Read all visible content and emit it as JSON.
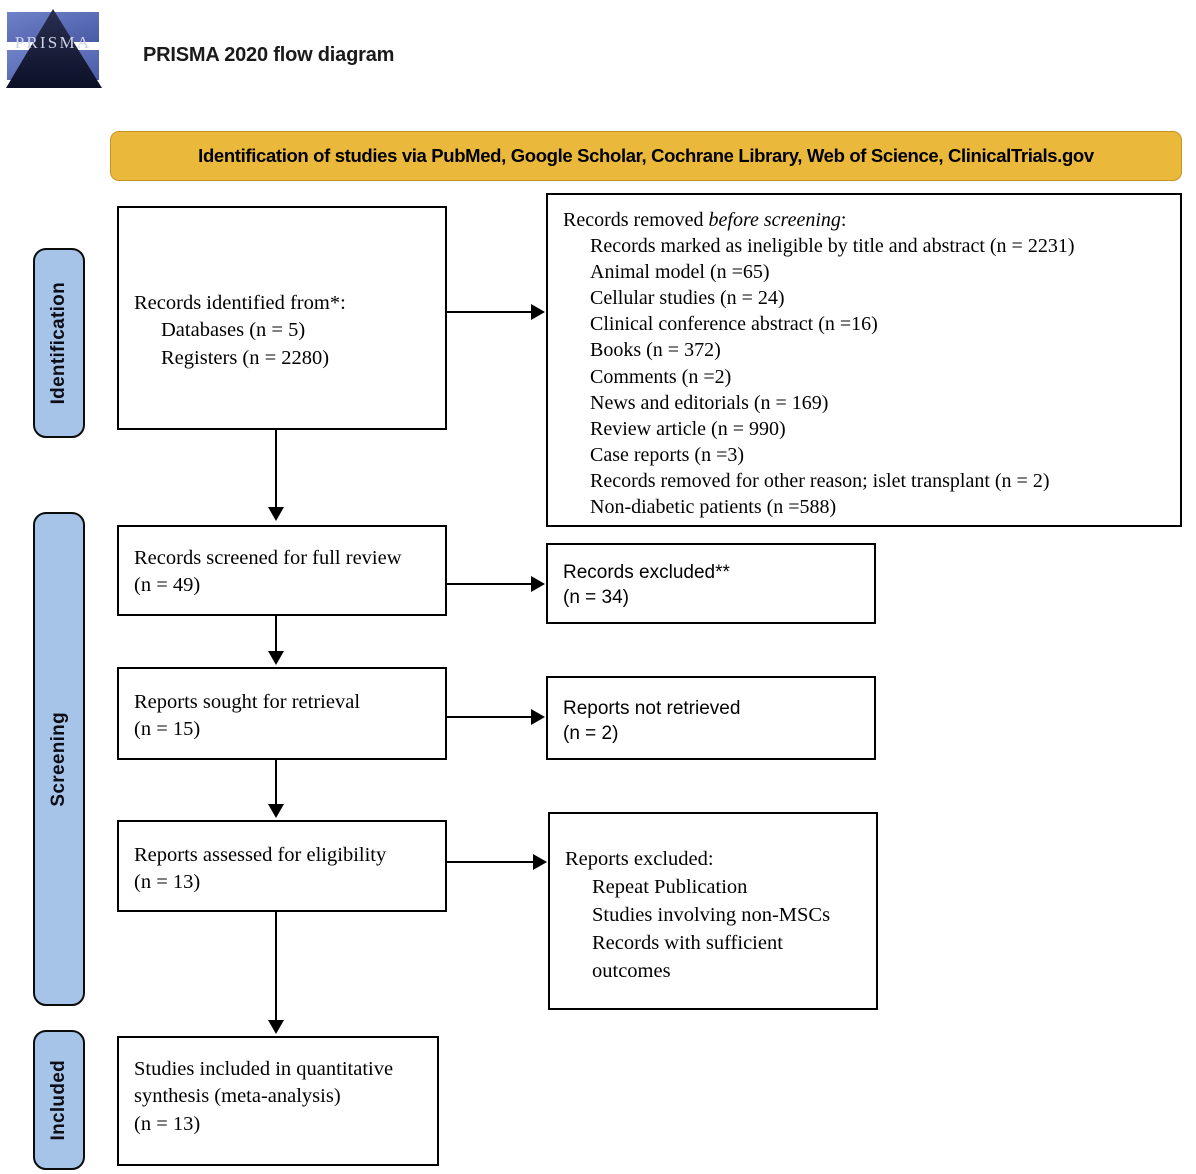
{
  "header": {
    "logo_alt": "PRISMA",
    "logo_word": "PRISMA",
    "title": "PRISMA 2020 flow diagram"
  },
  "banner": {
    "text": "Identification of studies via PubMed, Google Scholar, Cochrane Library, Web of Science, ClinicalTrials.gov",
    "color": "#eab93c"
  },
  "stages": {
    "color": "#a5c4e7",
    "identification": "Identification",
    "screening": "Screening",
    "included": "Included"
  },
  "boxes": {
    "identified": {
      "title": "Records identified from*:",
      "items": [
        "Databases (n = 5)",
        "Registers (n = 2280)"
      ]
    },
    "removed": {
      "title_pre": "Records removed ",
      "title_ital": "before screening",
      "title_post": ":",
      "items": [
        "Records marked as ineligible by title and abstract (n = 2231)",
        "Animal model (n =65)",
        "Cellular studies (n = 24)",
        "Clinical conference abstract (n =16)",
        "Books (n = 372)",
        "Comments (n =2)",
        "News and editorials (n = 169)",
        "Review article (n = 990)",
        "Case reports (n =3)",
        "Records removed for other reason; islet transplant (n = 2)",
        "Non-diabetic patients (n =588)"
      ]
    },
    "screened": {
      "line1": "Records screened for full review",
      "line2": "(n = 49)"
    },
    "excluded": {
      "line1": "Records excluded**",
      "line2": "(n = 34)"
    },
    "sought": {
      "line1": "Reports sought for retrieval",
      "line2": "(n = 15)"
    },
    "not_retrieved": {
      "line1": "Reports not retrieved",
      "line2": "(n = 2)"
    },
    "assessed": {
      "line1": " Reports assessed for eligibility",
      "line2": "(n = 13)"
    },
    "reports_excluded": {
      "title": "Reports excluded:",
      "items": [
        "Repeat Publication",
        "Studies involving non-MSCs",
        "Records with sufficient",
        "outcomes"
      ]
    },
    "included": {
      "line1": "Studies included in quantitative",
      "line2": "synthesis (meta-analysis)",
      "line3": "(n = 13)"
    }
  }
}
